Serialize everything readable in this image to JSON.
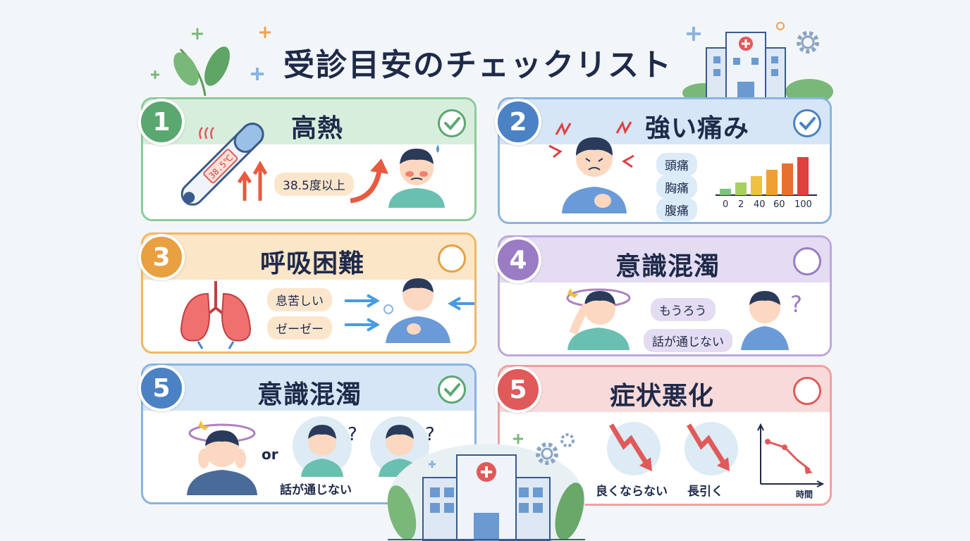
{
  "title": "受診目安のチェックリスト",
  "cards": [
    {
      "number": "1",
      "heading": "高熱",
      "checked": true,
      "thermometer": "38.5℃",
      "pill": "38.5度以上",
      "color": "#5aa870"
    },
    {
      "number": "2",
      "heading": "強い痛み",
      "checked": true,
      "pills": [
        "頭痛",
        "胸痛",
        "腹痛"
      ],
      "scale_labels": [
        "0",
        "2",
        "40",
        "60",
        "100"
      ],
      "color": "#4a82c4"
    },
    {
      "number": "3",
      "heading": "呼吸困難",
      "checked": false,
      "pills": [
        "息苦しい",
        "ゼーゼー"
      ],
      "color": "#e8a040"
    },
    {
      "number": "4",
      "heading": "意識混濁",
      "checked": false,
      "pills": [
        "もうろう",
        "話が通じない"
      ],
      "color": "#9a7cc4"
    },
    {
      "number": "5",
      "heading": "意識混濁",
      "checked": true,
      "or_text": "or",
      "caption": "話が通じない",
      "color": "#4a82c4"
    },
    {
      "number": "5",
      "heading": "症状悪化",
      "checked": false,
      "captions": [
        "良くならない",
        "長引く"
      ],
      "axis_label": "時間",
      "color": "#e05a5a"
    }
  ],
  "pain_chart": {
    "values": [
      1,
      2,
      3,
      4,
      5,
      6
    ],
    "colors": [
      "#7cc47c",
      "#a8d060",
      "#f0c040",
      "#f0a030",
      "#e87030",
      "#e04040"
    ]
  }
}
